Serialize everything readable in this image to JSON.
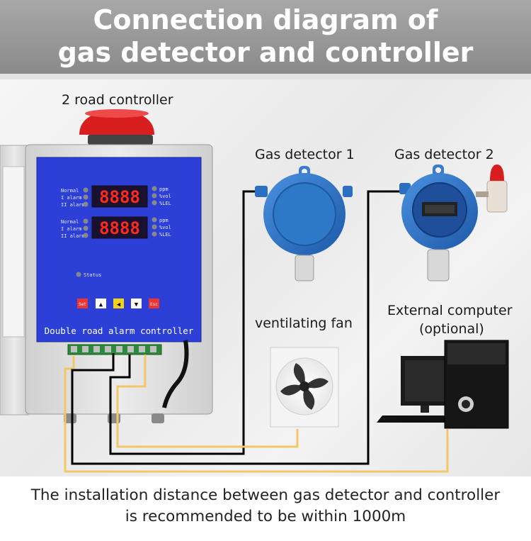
{
  "header": {
    "title_line1": "Connection diagram of",
    "title_line2": "gas detector and controller"
  },
  "labels": {
    "controller": "2 road controller",
    "detector1": "Gas detector 1",
    "detector2": "Gas detector 2",
    "fan": "ventilating fan",
    "computer_line1": "External computer",
    "computer_line2": "(optional)"
  },
  "controller_panel": {
    "row_labels": [
      "Normal",
      "I alarm",
      "II alarm"
    ],
    "unit_labels": [
      "ppm",
      "%vol",
      "%LEL"
    ],
    "display1": "8888",
    "display2": "8888",
    "status": "Status",
    "buttons": [
      "Set",
      "▲",
      "◀",
      "▼",
      "Esc"
    ],
    "nameplate": "Double road alarm controller"
  },
  "footer": {
    "line1": "The installation distance between gas detector and controller",
    "line2": "is recommended to be within 1000m"
  },
  "colors": {
    "header_bg": "#999999",
    "panel_blue": "#2c3fd6",
    "display_red": "#ff2a1a",
    "detector_blue": "#2a6fc0",
    "wire_black": "#000000",
    "wire_yellow": "#f2c768",
    "beacon_red": "#d81e1e"
  }
}
